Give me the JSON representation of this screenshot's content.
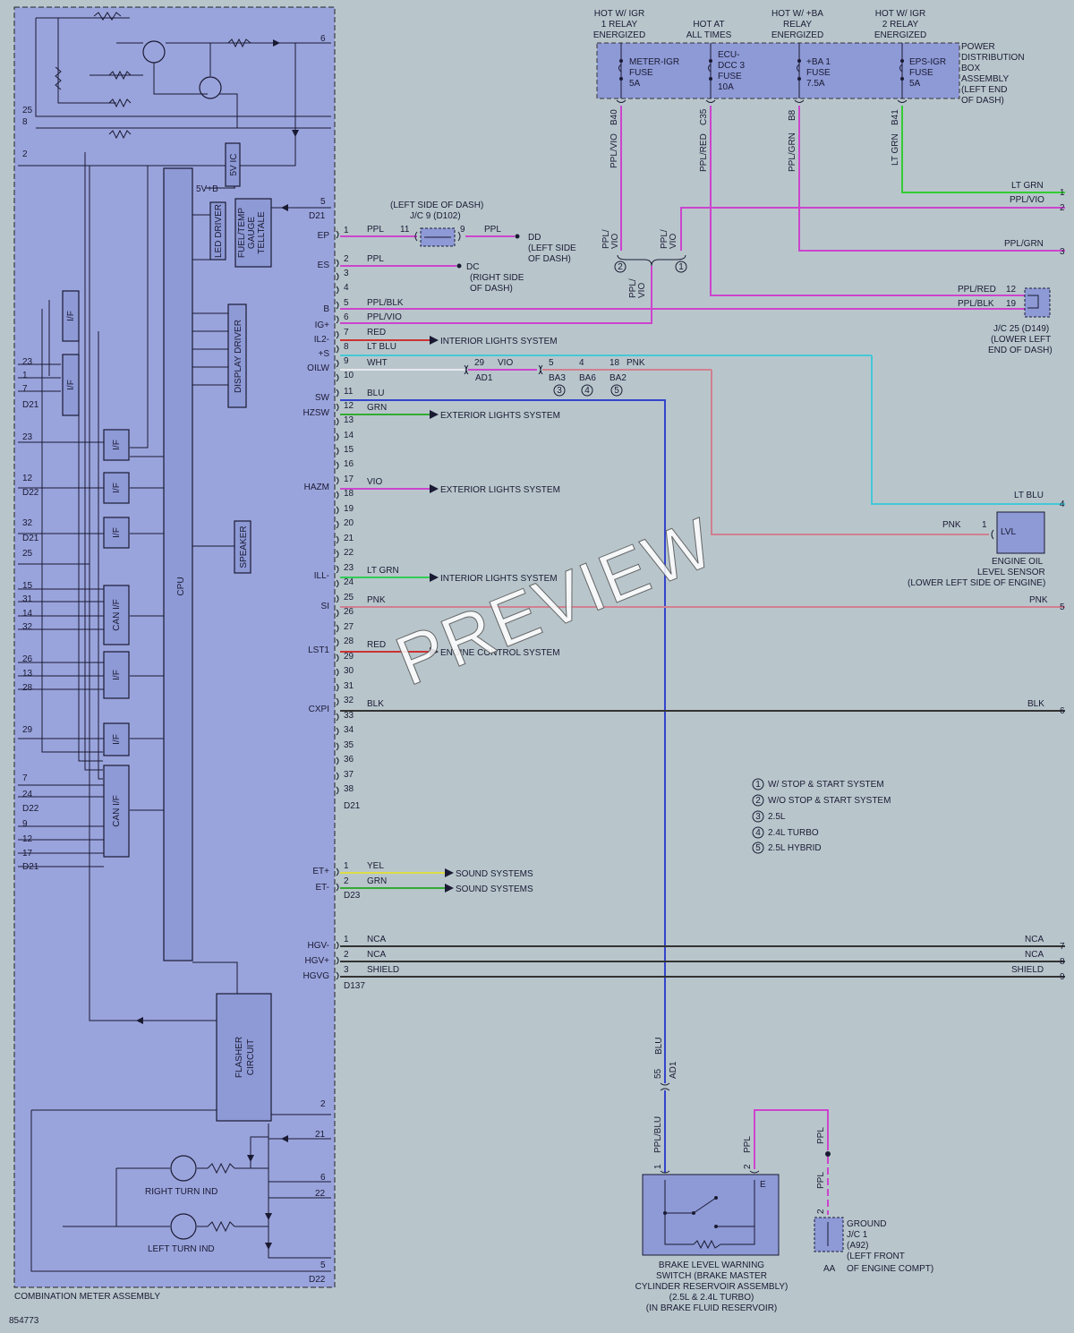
{
  "watermark": "PREVIEW",
  "diagram_id": "854773",
  "assemblies": {
    "combination_meter": "COMBINATION METER ASSEMBLY",
    "pdb": [
      "POWER",
      "DISTRIBUTION",
      "BOX",
      "ASSEMBLY",
      "(LEFT END",
      "OF DASH)"
    ],
    "jc9": [
      "(LEFT SIDE OF DASH)",
      "J/C 9 (D102)"
    ],
    "jc25": [
      "J/C 25 (D149)",
      "(LOWER LEFT",
      "END OF DASH)"
    ],
    "oil_sensor": [
      "ENGINE OIL",
      "LEVEL SENSOR",
      "(LOWER LEFT SIDE OF ENGINE)"
    ],
    "brake_switch": [
      "BRAKE LEVEL WARNING",
      "SWITCH (BRAKE MASTER",
      "CYLINDER RESERVOIR ASSEMBLY)",
      "(2.5L & 2.4L TURBO)",
      "(IN BRAKE FLUID RESERVOIR)"
    ],
    "ground": [
      "GROUND",
      "J/C 1",
      "(A92)",
      "(LEFT FRONT",
      "OF ENGINE COMPT)"
    ],
    "dd": [
      "DD",
      "(LEFT SIDE",
      "OF DASH)"
    ],
    "dc": [
      "DC",
      "(RIGHT SIDE",
      "OF DASH)"
    ]
  },
  "hot_labels": [
    [
      "HOT W/ IGR",
      "1 RELAY",
      "ENERGIZED"
    ],
    [
      "HOT AT",
      "ALL TIMES"
    ],
    [
      "HOT W/ +BA",
      "RELAY",
      "ENERGIZED"
    ],
    [
      "HOT W/ IGR",
      "2 RELAY",
      "ENERGIZED"
    ]
  ],
  "fuses": [
    [
      "METER-IGR",
      "FUSE",
      "5A"
    ],
    [
      "ECU-",
      "DCC 3",
      "FUSE",
      "10A"
    ],
    [
      "+BA 1",
      "FUSE",
      "7.5A"
    ],
    [
      "EPS-IGR",
      "FUSE",
      "5A"
    ]
  ],
  "fuse_pins": [
    "B40",
    "C35",
    "B8",
    "B41"
  ],
  "fuse_wires": [
    "PPL/VIO",
    "PPL/RED",
    "PPL/GRN",
    "LT GRN"
  ],
  "internal_blocks": {
    "cpu": "CPU",
    "led_driver": "LED DRIVER",
    "gauge": [
      "FUEL/TEMP",
      "GAUGE",
      "TELLTALE"
    ],
    "display_driver": "DISPLAY DRIVER",
    "speaker": "SPEAKER",
    "can_if": "CAN I/F",
    "if": "I/F",
    "ic": "5V IC",
    "flasher": [
      "FLASHER",
      "CIRCUIT"
    ],
    "vb": "5V+B",
    "right_turn": "RIGHT TURN IND",
    "left_turn": "LEFT TURN IND",
    "lvl": "LVL"
  },
  "signals": [
    "EP",
    "ES",
    "B",
    "IG+",
    "IL2-",
    "+S",
    "OILW",
    "SW",
    "HZSW",
    "HAZM",
    "ILL-",
    "SI",
    "LST1",
    "CXPI",
    "ET+",
    "ET-",
    "HGV-",
    "HGV+",
    "HGVG"
  ],
  "connectors": [
    "D21",
    "D22",
    "D23",
    "D137",
    "AD1",
    "BA3",
    "BA6",
    "BA2"
  ],
  "wire_labels": {
    "w1": "PPL",
    "w2": "PPL",
    "w5": "PPL/BLK",
    "w6": "PPL/VIO",
    "w7": "RED",
    "w8": "LT BLU",
    "w9": "WHT",
    "w11": "BLU",
    "w12": "GRN",
    "w17": "VIO",
    "w23": "LT GRN",
    "w25": "PNK",
    "w28": "RED",
    "w32": "BLK",
    "et1": "YEL",
    "et2": "GRN",
    "hg1": "NCA",
    "hg2": "NCA",
    "hg3": "SHIELD",
    "vio": "VIO",
    "pnk": "PNK",
    "ppl_red": "PPL/RED",
    "ppl_blk": "PPL/BLK",
    "ppl_vio": "PPL/VIO",
    "ppl_grn": "PPL/GRN",
    "lt_grn": "LT GRN",
    "lt_blu": "LT BLU",
    "blu": "BLU",
    "ppl_blu": "PPL/BLU",
    "ppl": "PPL",
    "ppl_vio_split": "PPL/\nVIO"
  },
  "destinations": {
    "interior": "INTERIOR LIGHTS SYSTEM",
    "exterior": "EXTERIOR LIGHTS SYSTEM",
    "engine": "ENGINE CONTROL SYSTEM",
    "sound": "SOUND SYSTEMS"
  },
  "legend": [
    [
      "1",
      "W/ STOP & START SYSTEM"
    ],
    [
      "2",
      "W/O STOP & START SYSTEM"
    ],
    [
      "3",
      "2.5L"
    ],
    [
      "4",
      "2.4L TURBO"
    ],
    [
      "5",
      "2.5L HYBRID"
    ]
  ],
  "right_pins": [
    "1",
    "2",
    "3",
    "4",
    "5",
    "6",
    "7",
    "8",
    "9"
  ],
  "misc": {
    "aa": "AA",
    "e": "E"
  }
}
